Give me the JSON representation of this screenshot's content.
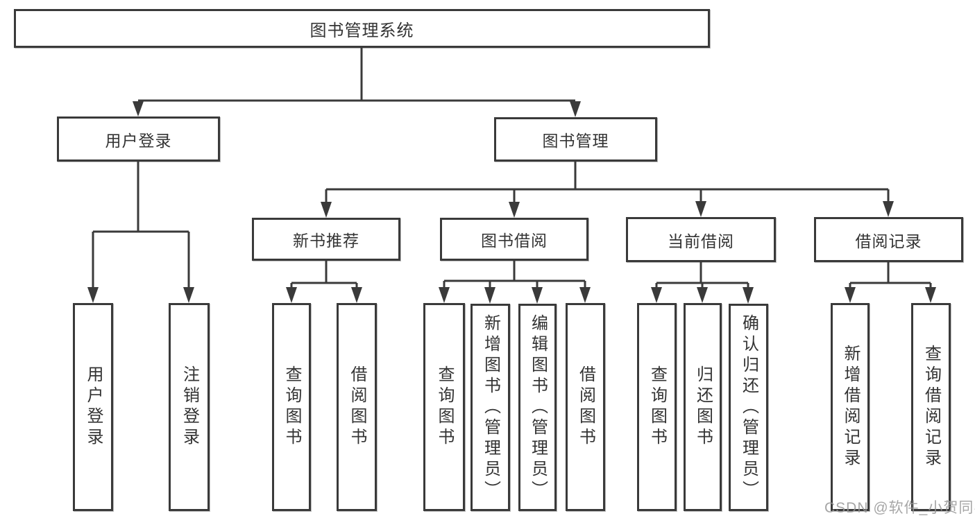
{
  "diagram": {
    "root_label": "图书管理系统",
    "level1": {
      "user_login": "用户登录",
      "book_mgmt": "图书管理"
    },
    "level2": {
      "new_books": "新书推荐",
      "book_borrow": "图书借阅",
      "current_borrow": "当前借阅",
      "borrow_records": "借阅记录"
    },
    "leaves": {
      "user_login": [
        "用户登录",
        "注销登录"
      ],
      "new_books": [
        "查询图书",
        "借阅图书"
      ],
      "book_borrow": [
        "查询图书",
        "新增图书（管理员）",
        "编辑图书（管理员）",
        "借阅图书"
      ],
      "current_borrow": [
        "查询图书",
        "归还图书",
        "确认归还（管理员）"
      ],
      "borrow_records": [
        "新增借阅记录",
        "查询借阅记录"
      ]
    }
  },
  "watermark": "CSDN @软件_小贺同学",
  "colors": {
    "line": "#3a3a3a",
    "text": "#333333",
    "background": "#ffffff",
    "watermark": "#999999"
  }
}
